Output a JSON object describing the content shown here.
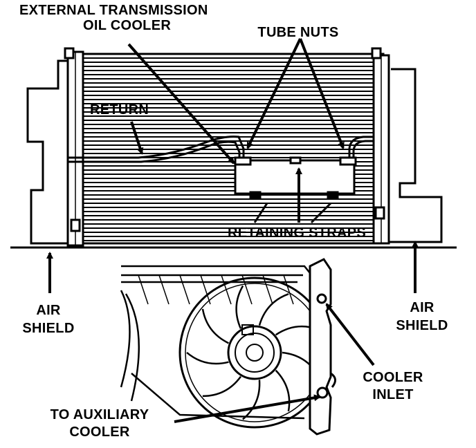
{
  "labels": {
    "oil_cooler": {
      "line1": "EXTERNAL TRANSMISSION",
      "line2": "OIL COOLER"
    },
    "tube_nuts": "TUBE NUTS",
    "return": "RETURN",
    "retaining_straps": "RETAINING STRAPS",
    "air_shield_left": {
      "line1": "AIR",
      "line2": "SHIELD"
    },
    "air_shield_right": {
      "line1": "AIR",
      "line2": "SHIELD"
    },
    "cooler_inlet": {
      "line1": "COOLER",
      "line2": "INLET"
    },
    "to_aux_cooler": {
      "line1": "TO AUXILIARY",
      "line2": "COOLER"
    }
  },
  "colors": {
    "ink": "#000000",
    "paper": "#ffffff"
  }
}
